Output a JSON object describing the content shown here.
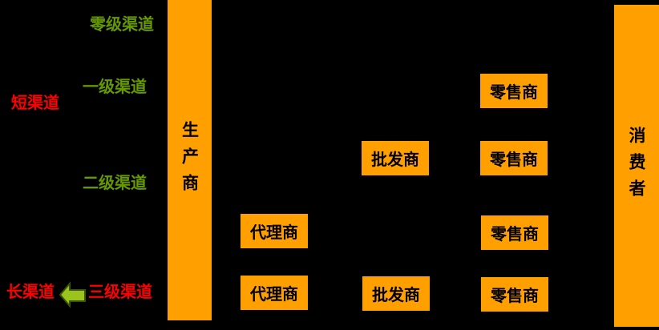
{
  "diagram": {
    "type": "distribution-channel-diagram",
    "colors": {
      "background": "#000000",
      "box_fill": "#FFA000",
      "box_text": "#000000",
      "green_label": "#669900",
      "red_label": "#FF0000",
      "arrow_fill": "#9CC21C",
      "arrow_outline": "#3A5500"
    },
    "producer": {
      "label": "生产商"
    },
    "consumer": {
      "label": "消费者"
    },
    "labels": {
      "level0": "零级渠道",
      "level1": "一级渠道",
      "short": "短渠道",
      "level2": "二级渠道",
      "long": "长渠道",
      "level3": "三级渠道"
    },
    "icons": {
      "arrow": "left-block-arrow"
    },
    "boxes": [
      {
        "label": "零售商",
        "row": 1
      },
      {
        "label": "批发商",
        "row": 2
      },
      {
        "label": "零售商",
        "row": 2
      },
      {
        "label": "代理商",
        "row": 3
      },
      {
        "label": "零售商",
        "row": 3
      },
      {
        "label": "代理商",
        "row": 4
      },
      {
        "label": "批发商",
        "row": 4
      },
      {
        "label": "零售商",
        "row": 4
      }
    ]
  }
}
